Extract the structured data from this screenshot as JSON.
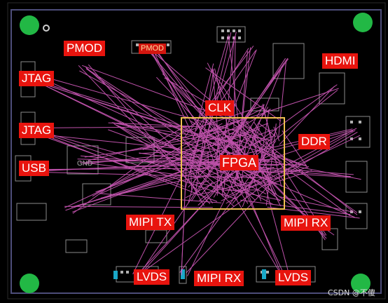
{
  "labels": {
    "pmod_1": "PMOD",
    "pmod_2": "PMOD",
    "hdmi": "HDMI",
    "jtag_1": "JTAG",
    "jtag_2": "JTAG",
    "usb": "USB",
    "clk": "CLK",
    "ddr": "DDR",
    "fpga": "FPGA",
    "gnd": "GND",
    "mipi_tx": "MIPI TX",
    "mipi_rx_right": "MIPI RX",
    "mipi_rx_bottom": "MIPI RX",
    "lvds_left": "LVDS",
    "lvds_right": "LVDS"
  },
  "watermark": "CSDN @不傻",
  "colors": {
    "background": "#000000",
    "board_outline": "#4d4d7a",
    "ratsnest": "#e060c8",
    "fpga_box": "#f0c050",
    "label_bg": "#e8140e",
    "mounting_hole": "#22b845"
  }
}
